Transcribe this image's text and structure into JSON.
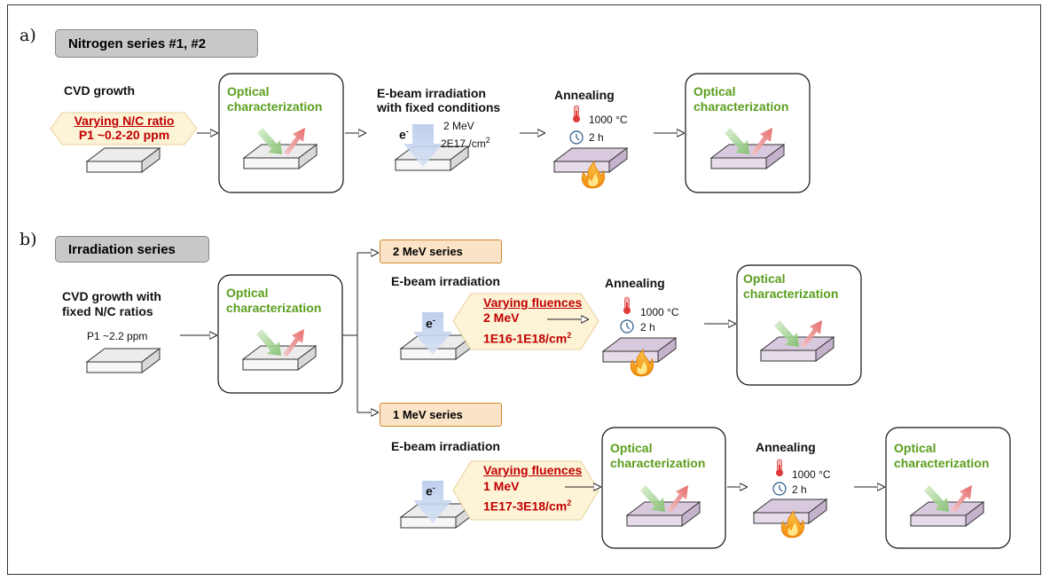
{
  "panel_a": {
    "label": "a)",
    "series_title": "Nitrogen series #1, #2",
    "cvd_title": "CVD growth",
    "cvd_hex_line1": "Varying N/C ratio",
    "cvd_hex_line2": "P1 ~0.2-20 ppm",
    "optical1": "Optical characterization",
    "ebeam_title_line1": "E-beam irradiation",
    "ebeam_title_line2": "with fixed conditions",
    "ebeam_energy": "2 MeV",
    "ebeam_fluence": "2E17 /cm",
    "ebeam_fluence_exp": "2",
    "anneal_title": "Annealing",
    "anneal_temp": "1000 °C",
    "anneal_time": "2 h",
    "optical2": "Optical characterization"
  },
  "panel_b": {
    "label": "b)",
    "series_title": "Irradiation series",
    "cvd_title_line1": "CVD growth with",
    "cvd_title_line2": "fixed N/C ratios",
    "cvd_p1": "P1 ~2.2 ppm",
    "optical1": "Optical characterization",
    "branch_2mev": {
      "tag": "2 MeV series",
      "ebeam_title": "E-beam irradiation",
      "hex_line1": "Varying fluences",
      "hex_line2": "2 MeV",
      "hex_line3": "1E16-1E18/cm",
      "hex_line3_exp": "2",
      "anneal_title": "Annealing",
      "anneal_temp": "1000 °C",
      "anneal_time": "2 h",
      "optical": "Optical characterization"
    },
    "branch_1mev": {
      "tag": "1 MeV series",
      "ebeam_title": "E-beam irradiation",
      "hex_line1": "Varying fluences",
      "hex_line2": "1 MeV",
      "hex_line3": "1E17-3E18/cm",
      "hex_line3_exp": "2",
      "optical1": "Optical characterization",
      "anneal_title": "Annealing",
      "anneal_temp": "1000 °C",
      "anneal_time": "2 h",
      "optical2": "Optical characterization"
    }
  },
  "electron_symbol": "e",
  "electron_charge": "-",
  "colors": {
    "optical_text": "#5a9e1c",
    "highlight_text": "#c00000",
    "hex_fill": "#fdf3d6",
    "tag_gray": "#c8c8c8",
    "tag_orange": "#fbe3c8",
    "diamond_plain": "#e8e8e8",
    "diamond_annealed": "#d7c8dc"
  },
  "icons": [
    "thermometer-icon",
    "clock-icon",
    "flame-icon",
    "electron-beam-arrow-icon",
    "green-arrow-icon",
    "red-arrow-icon",
    "diamond-plate-icon"
  ]
}
